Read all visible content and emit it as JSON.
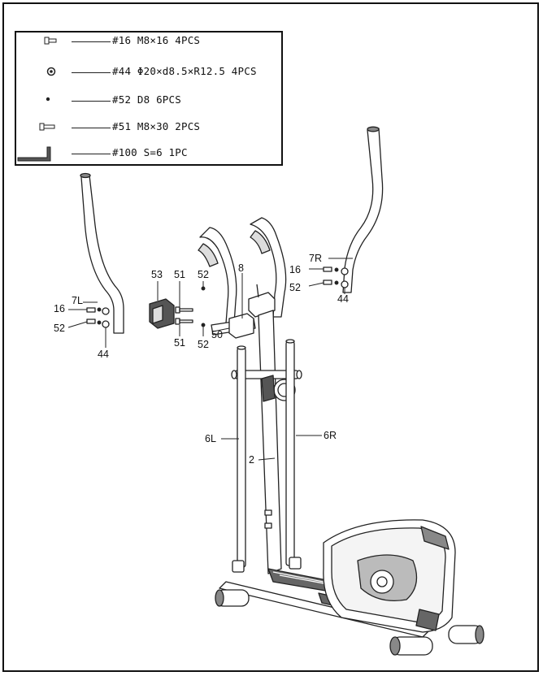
{
  "hardware_list": [
    {
      "icon": "bolt-m8x16-icon",
      "label": "#16 M8×16  4PCS"
    },
    {
      "icon": "curved-washer-icon",
      "label": "#44 Φ20×d8.5×R12.5 4PCS"
    },
    {
      "icon": "nut-d8-icon",
      "label": "#52 D8 6PCS"
    },
    {
      "icon": "bolt-m8x30-icon",
      "label": "#51 M8×30 2PCS"
    },
    {
      "icon": "allen-key-icon",
      "label": "#100 S=6 1PC"
    }
  ],
  "callouts": {
    "p7R": "7R",
    "p16R": "16",
    "p52R": "52",
    "p44R": "44",
    "p53": "53",
    "p51a": "51",
    "p52a": "52",
    "p8": "8",
    "p50": "50",
    "p51b": "51",
    "p52b": "52",
    "p7L": "7L",
    "p16L": "16",
    "p52L": "52",
    "p44L": "44",
    "p6L": "6L",
    "p6R": "6R",
    "p2": "2"
  }
}
